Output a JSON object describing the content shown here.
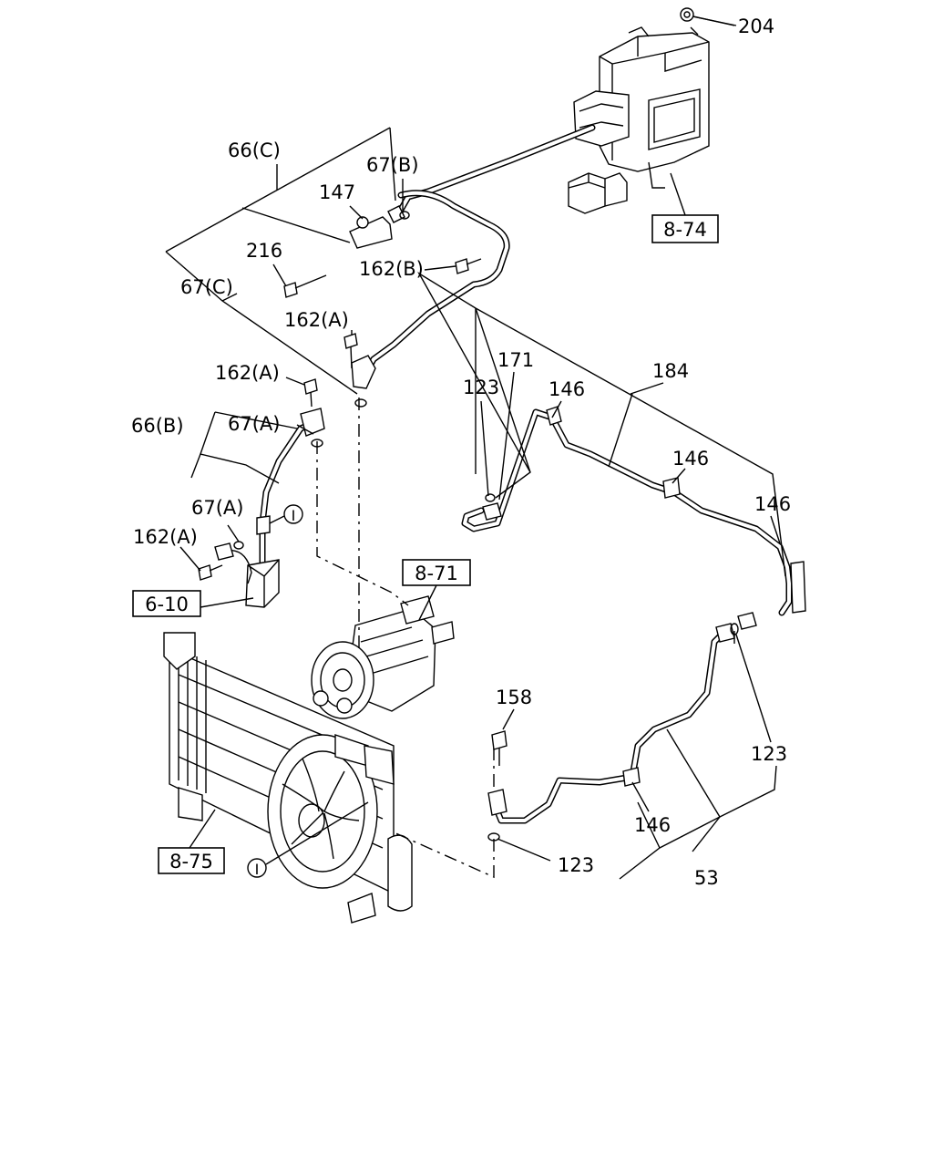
{
  "callouts": {
    "p204": "204",
    "p66c": "66(C)",
    "p67b": "67(B)",
    "p147": "147",
    "p216": "216",
    "p162b": "162(B)",
    "p67c": "67(C)",
    "p162a_top": "162(A)",
    "p162a_mid": "162(A)",
    "p66b": "66(B)",
    "p67a_top": "67(A)",
    "p67a_low": "67(A)",
    "p162a_low": "162(A)",
    "p171": "171",
    "p123_top": "123",
    "p146_a": "146",
    "p184": "184",
    "p146_b": "146",
    "p146_c": "146",
    "p158": "158",
    "p123_right": "123",
    "p146_d": "146",
    "p123_bottom": "123",
    "p53": "53"
  },
  "references": {
    "r874": "8-74",
    "r871": "8-71",
    "r610": "6-10",
    "r875": "8-75"
  },
  "connectors": {
    "c1": "I",
    "c2": "I"
  }
}
